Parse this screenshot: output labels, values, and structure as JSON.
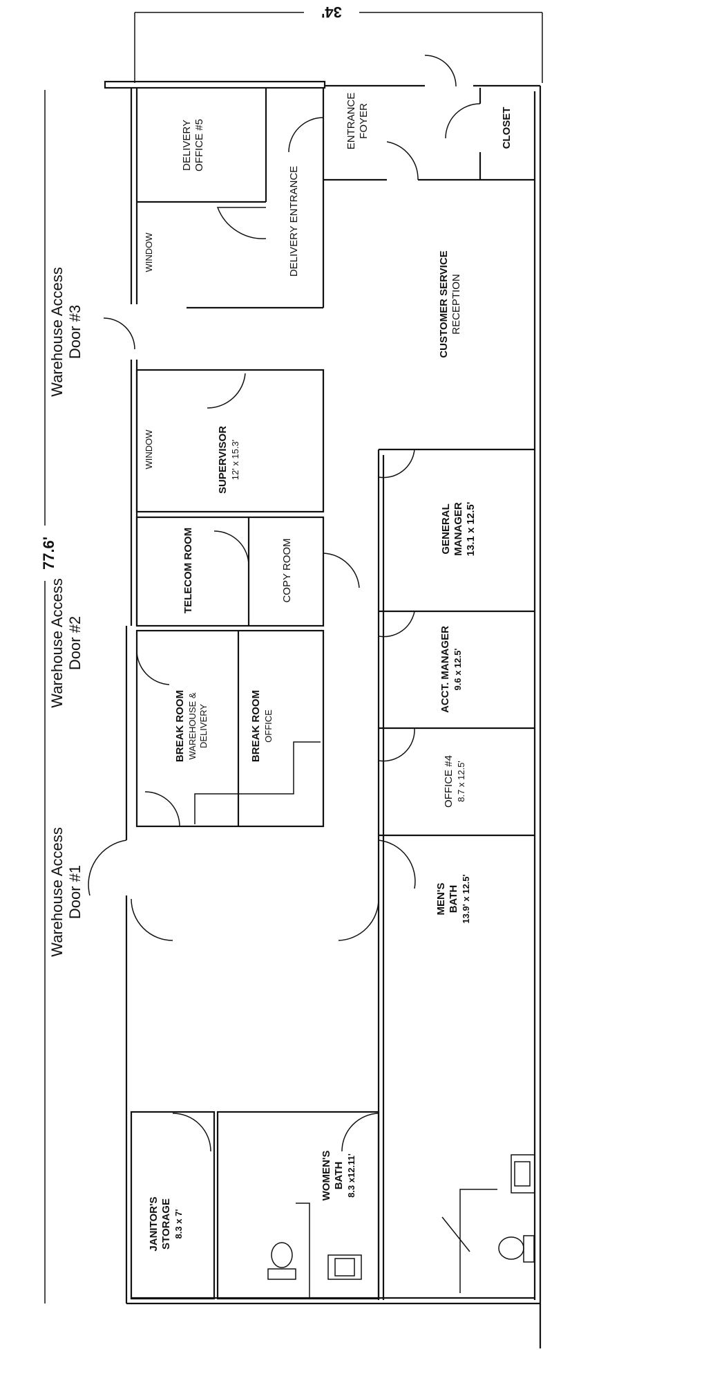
{
  "dimensions": {
    "width_label": "34'",
    "length_label": "77.6'"
  },
  "warehouse_doors": [
    {
      "line1": "Warehouse Access",
      "line2": "Door #3"
    },
    {
      "line1": "Warehouse Access",
      "line2": "Door #2"
    },
    {
      "line1": "Warehouse Access",
      "line2": "Door #1"
    }
  ],
  "rooms": {
    "delivery_office": {
      "line1": "DELIVERY",
      "line2": "OFFICE #5"
    },
    "delivery_entrance": {
      "line1": "DELIVERY ENTRANCE"
    },
    "window_1": {
      "line1": "WINDOW"
    },
    "window_2": {
      "line1": "WINDOW"
    },
    "entrance_foyer": {
      "line1": "ENTRANCE",
      "line2": "FOYER"
    },
    "closet": {
      "line1": "CLOSET"
    },
    "customer_service": {
      "line1": "CUSTOMER SERVICE",
      "line2": "RECEPTION"
    },
    "supervisor": {
      "line1": "SUPERVISOR",
      "line2": "12' x 15.3'"
    },
    "telecom": {
      "line1": "TELECOM ROOM"
    },
    "copy": {
      "line1": "COPY ROOM"
    },
    "general_manager": {
      "line1": "GENERAL",
      "line2": "MANAGER",
      "line3": "13.1 x 12.5'"
    },
    "break_warehouse": {
      "line1": "BREAK ROOM",
      "line2": "WAREHOUSE &",
      "line3": "DELIVERY"
    },
    "break_office": {
      "line1": "BREAK ROOM",
      "line2": "OFFICE"
    },
    "acct_manager": {
      "line1": "ACCT. MANAGER",
      "line2": "9.6 x 12.5'"
    },
    "office4": {
      "line1": "OFFICE #4",
      "line2": "8.7 x 12.5'"
    },
    "mens_bath": {
      "line1": "MEN'S",
      "line2": "BATH",
      "line3": "13.9' x 12.5'"
    },
    "janitor": {
      "line1": "JANITOR'S",
      "line2": "STORAGE",
      "line3": "8.3 x 7'"
    },
    "womens_bath": {
      "line1": "WOMEN'S",
      "line2": "BATH",
      "line3": "8.3 x12.11'"
    }
  }
}
